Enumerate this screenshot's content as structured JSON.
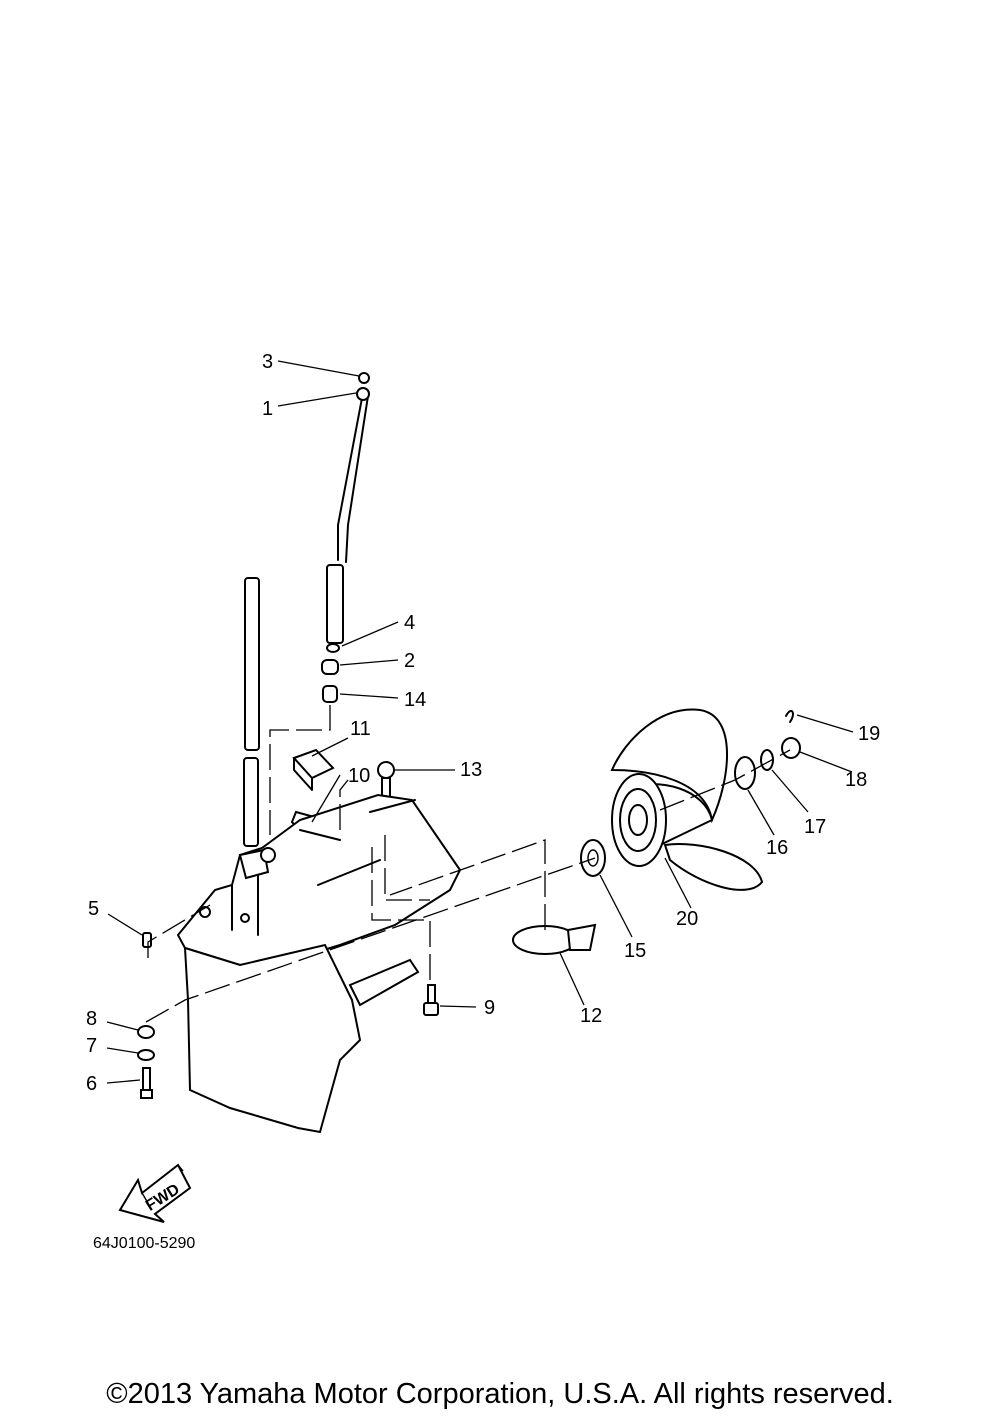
{
  "callouts": [
    "1",
    "2",
    "3",
    "4",
    "5",
    "6",
    "7",
    "8",
    "9",
    "10",
    "11",
    "12",
    "13",
    "14",
    "15",
    "16",
    "17",
    "18",
    "19",
    "20"
  ],
  "fwd_label": "FWD",
  "diagram_code": "64J0100-5290",
  "copyright": "©2013 Yamaha Motor Corporation, U.S.A. All rights reserved."
}
